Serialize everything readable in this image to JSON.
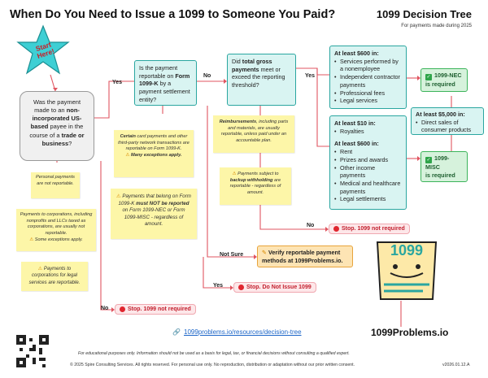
{
  "header": {
    "title": "When Do You Need to Issue a 1099 to Someone You Paid?",
    "brand": "1099 Decision Tree",
    "brand_sub": "For payments made during 2025"
  },
  "start": {
    "label_1": "Start",
    "label_2": "Here!"
  },
  "q1": {
    "text_a": "Was the payment made to an",
    "text_b": "non-incorporated US-based",
    "text_c": "payee in the course of a",
    "text_d": "trade or business",
    "text_e": "?"
  },
  "q2": {
    "text_a": "Is the payment reportable on",
    "text_b": "Form 1099-K",
    "text_c": "by a payment settlement entity?"
  },
  "q3": {
    "text_a": "Did",
    "text_b": "total gross payments",
    "text_c": "meet or exceed the reporting threshold?"
  },
  "labels": {
    "yes": "Yes",
    "no": "No",
    "not_sure": "Not Sure"
  },
  "notes": {
    "personal": "Personal payments are not reportable.",
    "corps": "Payments to corporations, including nonprofits and LLCs taxed as corporations, are usually not reportable.",
    "corps_warn": "Some exceptions apply.",
    "legal": "Payments to corporations for legal services are reportable.",
    "card_a": "Certain",
    "card_b": "card payments and other third-party network transactions are reportable on Form 1099-K.",
    "card_warn": "Many exceptions apply.",
    "k_a": "Payments that belong on Form 1099-K",
    "k_b": "must NOT be reported",
    "k_c": "on Form 1099-NEC or Form 1099-MISC - regardless of amount.",
    "reimb_a": "Reimbursements",
    "reimb_b": ", including parts and materials, are usually reportable, unless paid under an accountable plan.",
    "backup_a": "Payments subject to",
    "backup_b": "backup withholding",
    "backup_c": "are reportable - regardless of amount."
  },
  "nec_box": {
    "heading": "At least $600 in:",
    "items": [
      "Services performed by a nonemployee",
      "Independent contractor payments",
      "Professional fees",
      "Legal services"
    ]
  },
  "misc_box": {
    "heading_1": "At least $10 in:",
    "items_1": [
      "Royalties"
    ],
    "heading_2": "At least $600 in:",
    "items_2": [
      "Rent",
      "Prizes and awards",
      "Other income payments",
      "Medical and healthcare payments",
      "Legal settlements"
    ]
  },
  "direct_box": {
    "heading": "At least $5,000 in:",
    "items": [
      "Direct sales of consumer products"
    ]
  },
  "results": {
    "nec_a": "1099-NEC",
    "nec_b": "is required",
    "misc_a": "1099-MISC",
    "misc_b": "is required"
  },
  "stops": {
    "stop_1099": "Stop. 1099 not required",
    "stop_do_not": "Stop. Do Not Issue 1099",
    "stop_bottom": "Stop. 1099 not required"
  },
  "verify": {
    "text": "Verify reportable payment methods at 1099Problems.io."
  },
  "mascot": {
    "label": "1099",
    "site": "1099Problems.io"
  },
  "link": {
    "text": "1099problems.io/resources/decision-tree"
  },
  "footer": {
    "line1": "For educational purposes only. Information should not be used as a basis for legal, tax, or financial decisions without consulting a qualified expert.",
    "line2": "© 2025 Spire Consulting Services. All rights reserved. For personal use only. No reproduction, distribution or adaptation without our prior written consent.",
    "version": "v2026.01.12.A"
  },
  "colors": {
    "teal": "#2aa6a0",
    "note_yellow": "#fdf6a8",
    "stop_red": "#e0262f",
    "green": "#3cb45a",
    "orange": "#e8a43c",
    "link_blue": "#1d66c8"
  }
}
